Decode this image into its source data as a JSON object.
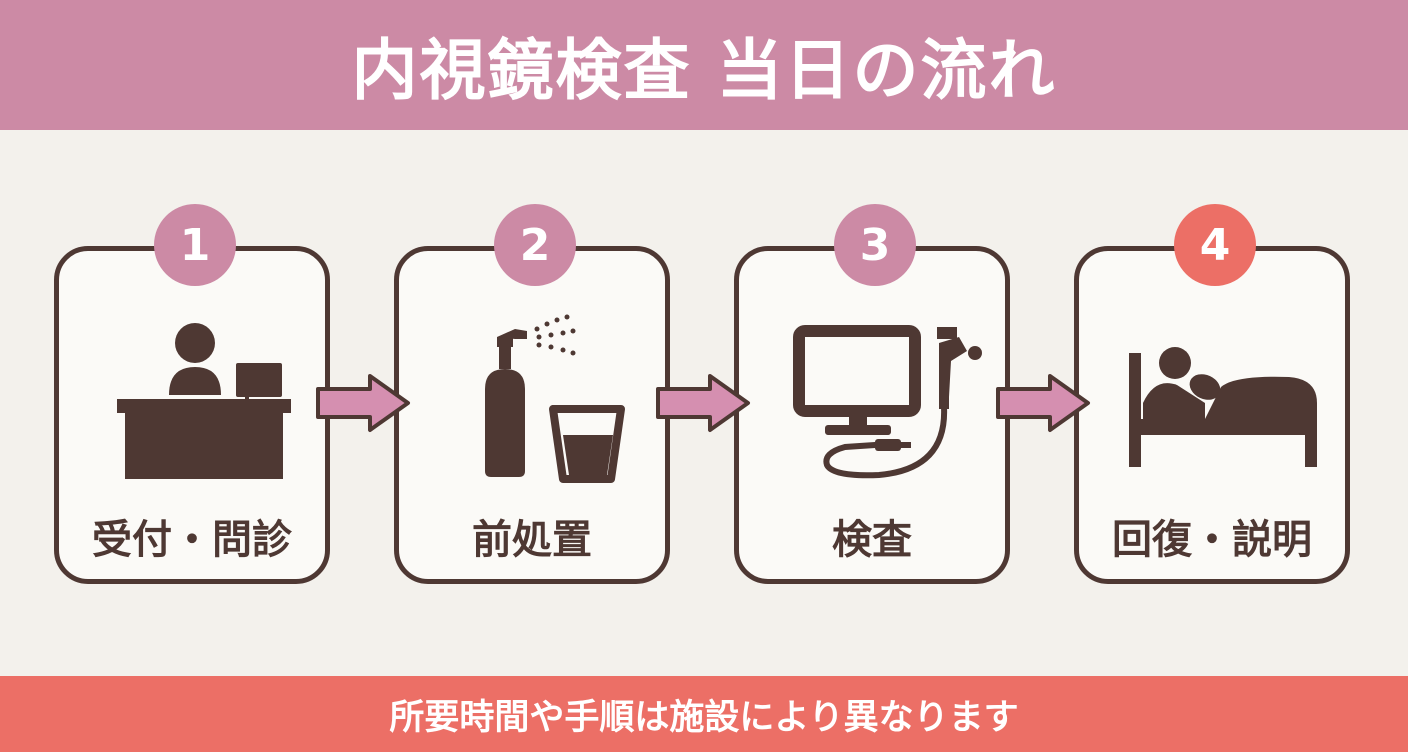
{
  "header": {
    "title": "内視鏡検査 当日の流れ"
  },
  "steps": [
    {
      "number": "1",
      "label": "受付・問診",
      "icon": "reception-desk-icon"
    },
    {
      "number": "2",
      "label": "前処置",
      "icon": "spray-and-cup-icon"
    },
    {
      "number": "3",
      "label": "検査",
      "icon": "monitor-endoscope-icon"
    },
    {
      "number": "4",
      "label": "回復・説明",
      "icon": "patient-bed-icon"
    }
  ],
  "footer": {
    "note": "所要時間や手順は施設により異なります"
  },
  "colors": {
    "header_bg": "#cc8aa5",
    "badge": "#cc8aa5",
    "badge_final": "#ec6f66",
    "arrow": "#d58fb0",
    "outline": "#4e3833",
    "footer_bg": "#ec6f66",
    "background": "#f3f1ec"
  }
}
